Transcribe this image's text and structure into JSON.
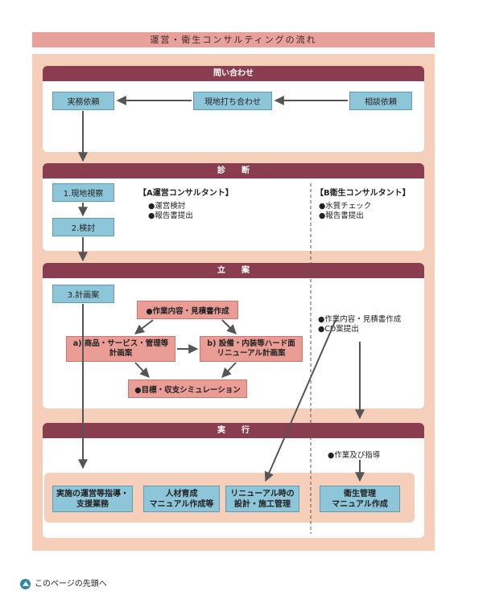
{
  "title": "運営・衛生コンサルティングの流れ",
  "inquiry": {
    "header": "問い合わせ",
    "work_request": "実務依頼",
    "site_meeting": "現地打ち合わせ",
    "consult_request": "相談依頼"
  },
  "diagnosis": {
    "header": "診　　断",
    "step1": "1.現地視察",
    "step2": "2.検討",
    "a_title": "【A運営コンサルタント】",
    "a_items": [
      "●運営検討",
      "●報告書提出"
    ],
    "b_title": "【B衛生コンサルタント】",
    "b_items": [
      "●水質チェック",
      "●報告書提出"
    ]
  },
  "planning": {
    "header": "立　　案",
    "step3": "3.計画案",
    "work_estimate": "●作業内容・見積書作成",
    "plan_a": "a) 商品・サービス・管理等\n計画案",
    "plan_b": "b) 設備・内装等ハード面\nリニューアル計画案",
    "simulation": "●目標・収支シミュレーション",
    "right_items": [
      "●作業内容・見積書作成",
      "●CD案提出"
    ]
  },
  "execution": {
    "header": "実　　行",
    "guidance": "●作業及び指導",
    "box1": "実施の運営等指導・\n支援業務",
    "box2": "人材育成\nマニュアル作成等",
    "box3": "リニューアル時の\n設計・施工管理",
    "box4": "衛生管理\nマニュアル作成"
  },
  "footer": {
    "back_to_top": "このページの先頭へ",
    "icon": "up-arrow-circle-icon"
  },
  "colors": {
    "header_bar": "#8b3d50",
    "outer_bg": "#f5cfba",
    "title_bg": "#e8a19a",
    "blue_box": "#8ec6d9",
    "pink_box": "#ea9d95",
    "arrow": "#555555"
  }
}
